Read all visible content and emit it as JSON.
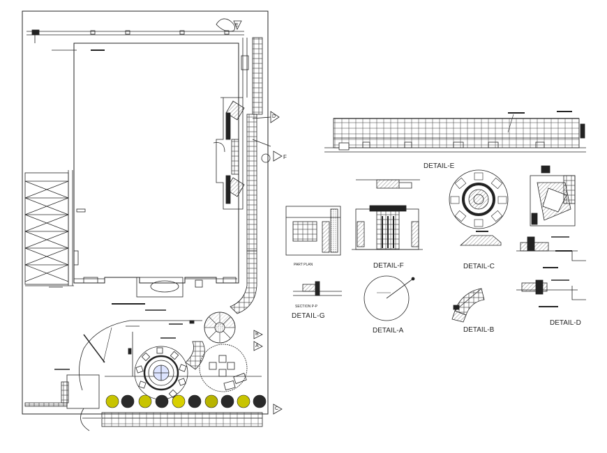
{
  "drawing": {
    "labels": {
      "detail_a": "DETAIL-A",
      "detail_b": "DETAIL-B",
      "detail_c": "DETAIL-C",
      "detail_d": "DETAIL-D",
      "detail_e": "DETAIL-E",
      "detail_f": "DETAIL-F",
      "detail_g": "DETAIL-G",
      "part_plan": "PART PLAN",
      "section_pp": "SECTION P-P"
    },
    "markers": {
      "a": "A",
      "b": "B",
      "c": "C",
      "d": "D",
      "e": "E",
      "f": "F"
    }
  }
}
